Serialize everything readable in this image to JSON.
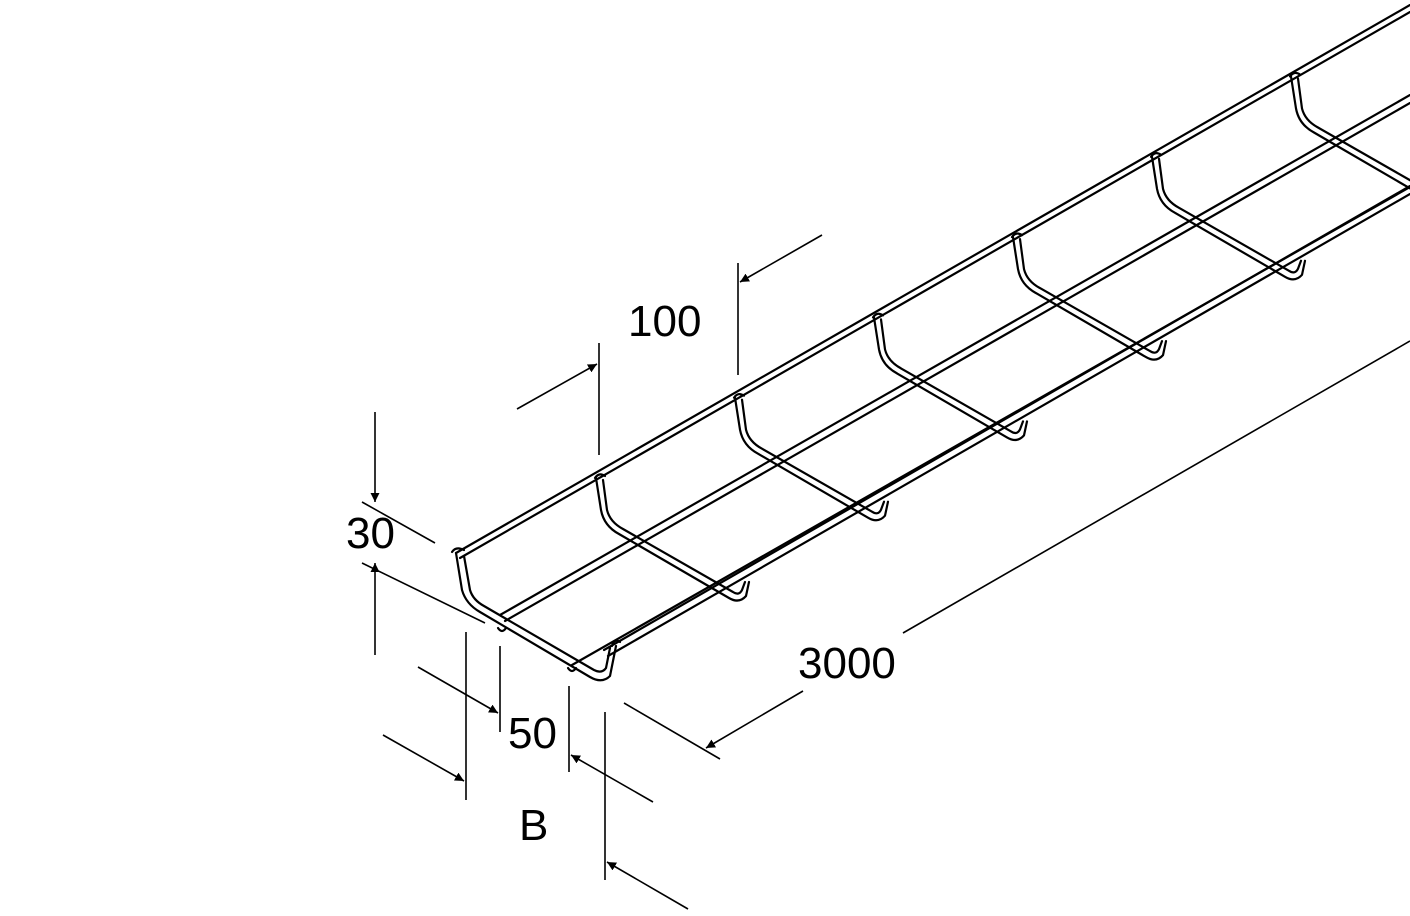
{
  "dimensions": {
    "section_spacing": "100",
    "height": "30",
    "length": "3000",
    "inner_width": "50",
    "width_symbol": "B"
  },
  "colors": {
    "line": "#000000",
    "background": "#ffffff"
  }
}
